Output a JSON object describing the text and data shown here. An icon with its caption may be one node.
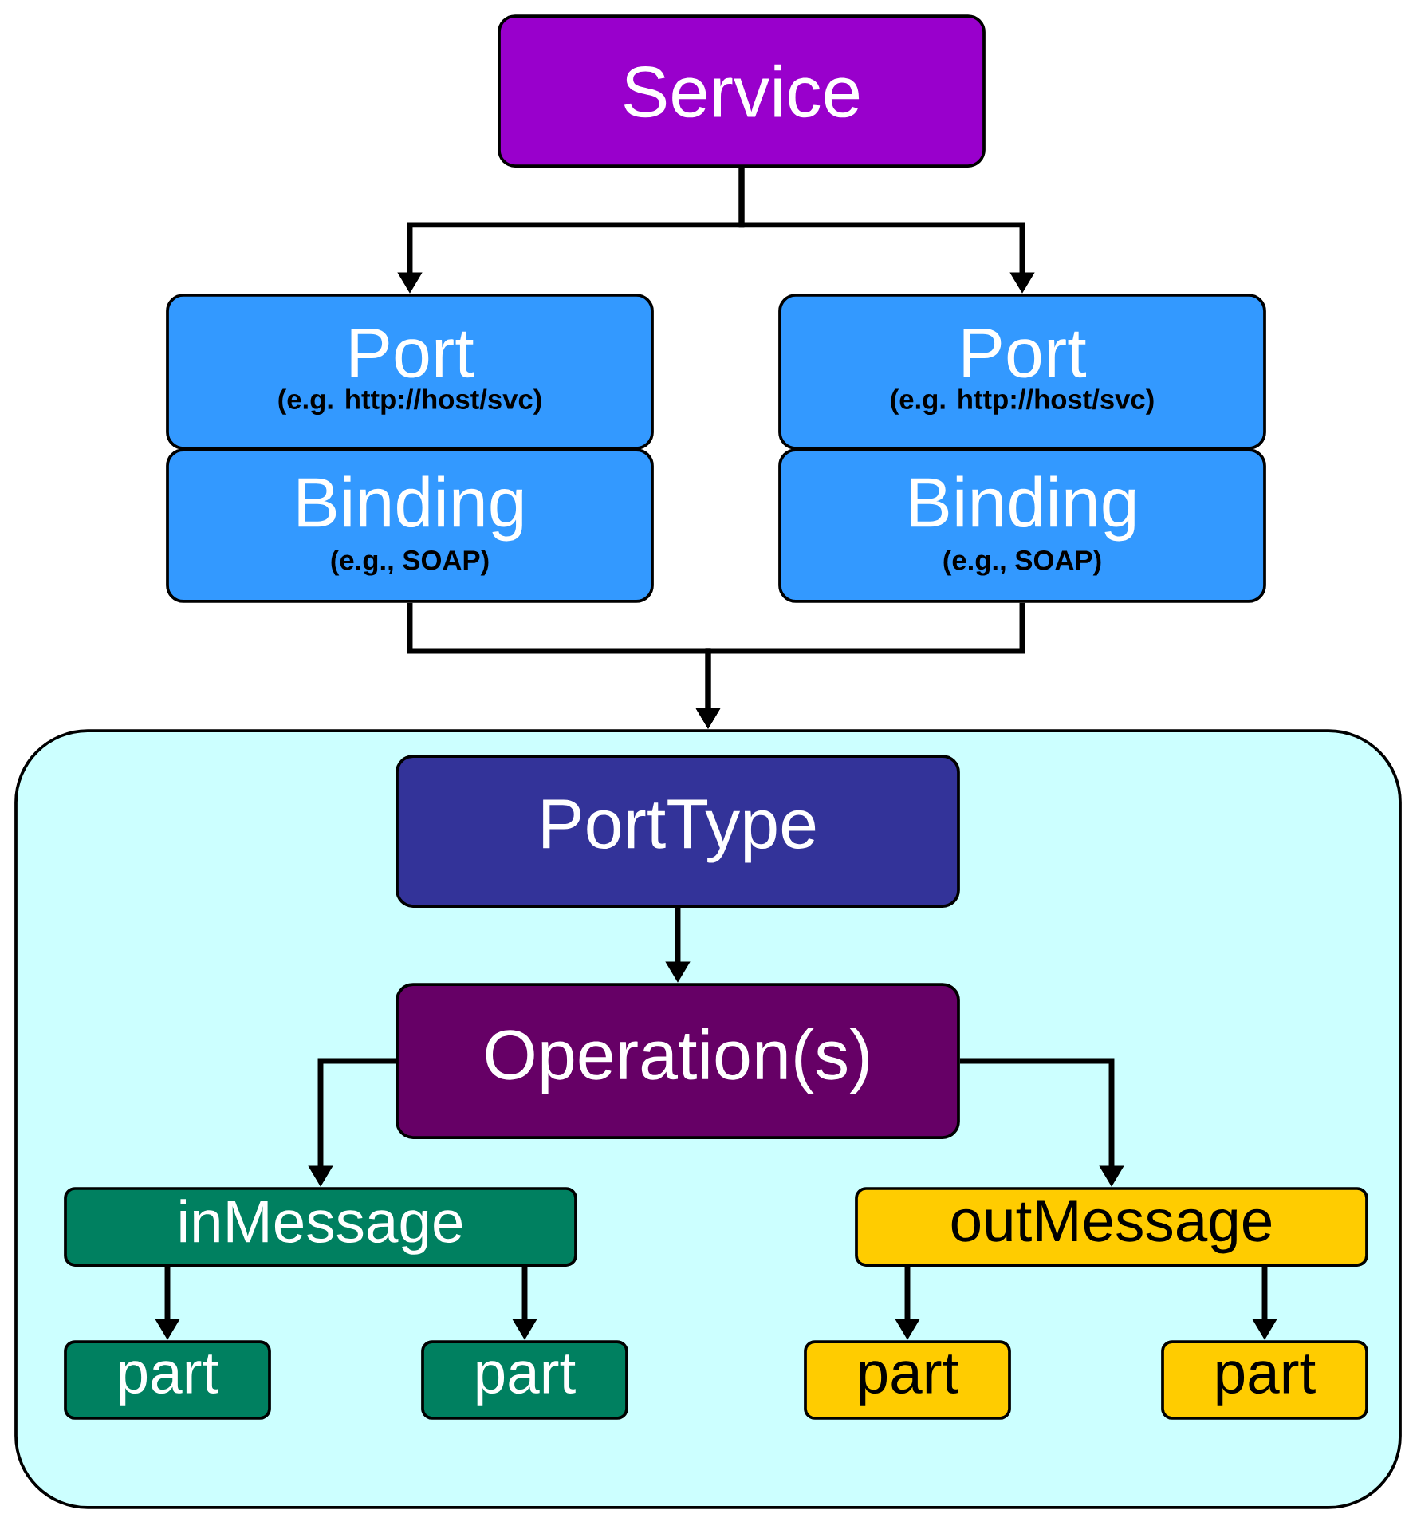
{
  "diagram": {
    "nodes": [
      {
        "text": [
          "Service"
        ]
      },
      {
        "text": [
          "Port",
          "(e.g. http://host/svc)"
        ]
      },
      {
        "text": [
          "Binding",
          "(e.g., SOAP)"
        ]
      },
      {
        "text": [
          "Port",
          "(e.g. http://host/svc)"
        ]
      },
      {
        "text": [
          "Binding",
          "(e.g., SOAP)"
        ]
      },
      {
        "text": [],
        "shape": "box"
      },
      {
        "text": [
          "PortType"
        ],
        "in": 5
      },
      {
        "text": [
          "Operation(s)"
        ],
        "in": 5
      },
      {
        "text": [
          "inMessage"
        ],
        "in": 5
      },
      {
        "text": [
          "outMessage"
        ],
        "in": 5
      },
      {
        "text": [
          "part"
        ],
        "in": 5
      },
      {
        "text": [
          "part"
        ],
        "in": 5
      },
      {
        "text": [
          "part"
        ],
        "in": 5
      },
      {
        "text": [
          "part"
        ],
        "in": 5
      }
    ],
    "edges": [
      {
        "from": 0,
        "to": 1,
        "arrow": "to"
      },
      {
        "from": 0,
        "to": 3,
        "arrow": "to"
      },
      {
        "from": 2,
        "to": 5,
        "arrow": "to"
      },
      {
        "from": 4,
        "to": 5,
        "arrow": "to"
      },
      {
        "from": 6,
        "to": 7,
        "arrow": "to"
      },
      {
        "from": 7,
        "to": 8,
        "arrow": "to"
      },
      {
        "from": 7,
        "to": 9,
        "arrow": "to"
      },
      {
        "from": 8,
        "to": 10,
        "arrow": "to"
      },
      {
        "from": 8,
        "to": 11,
        "arrow": "to"
      },
      {
        "from": 9,
        "to": 12,
        "arrow": "to"
      },
      {
        "from": 9,
        "to": 13,
        "arrow": "to"
      }
    ]
  }
}
